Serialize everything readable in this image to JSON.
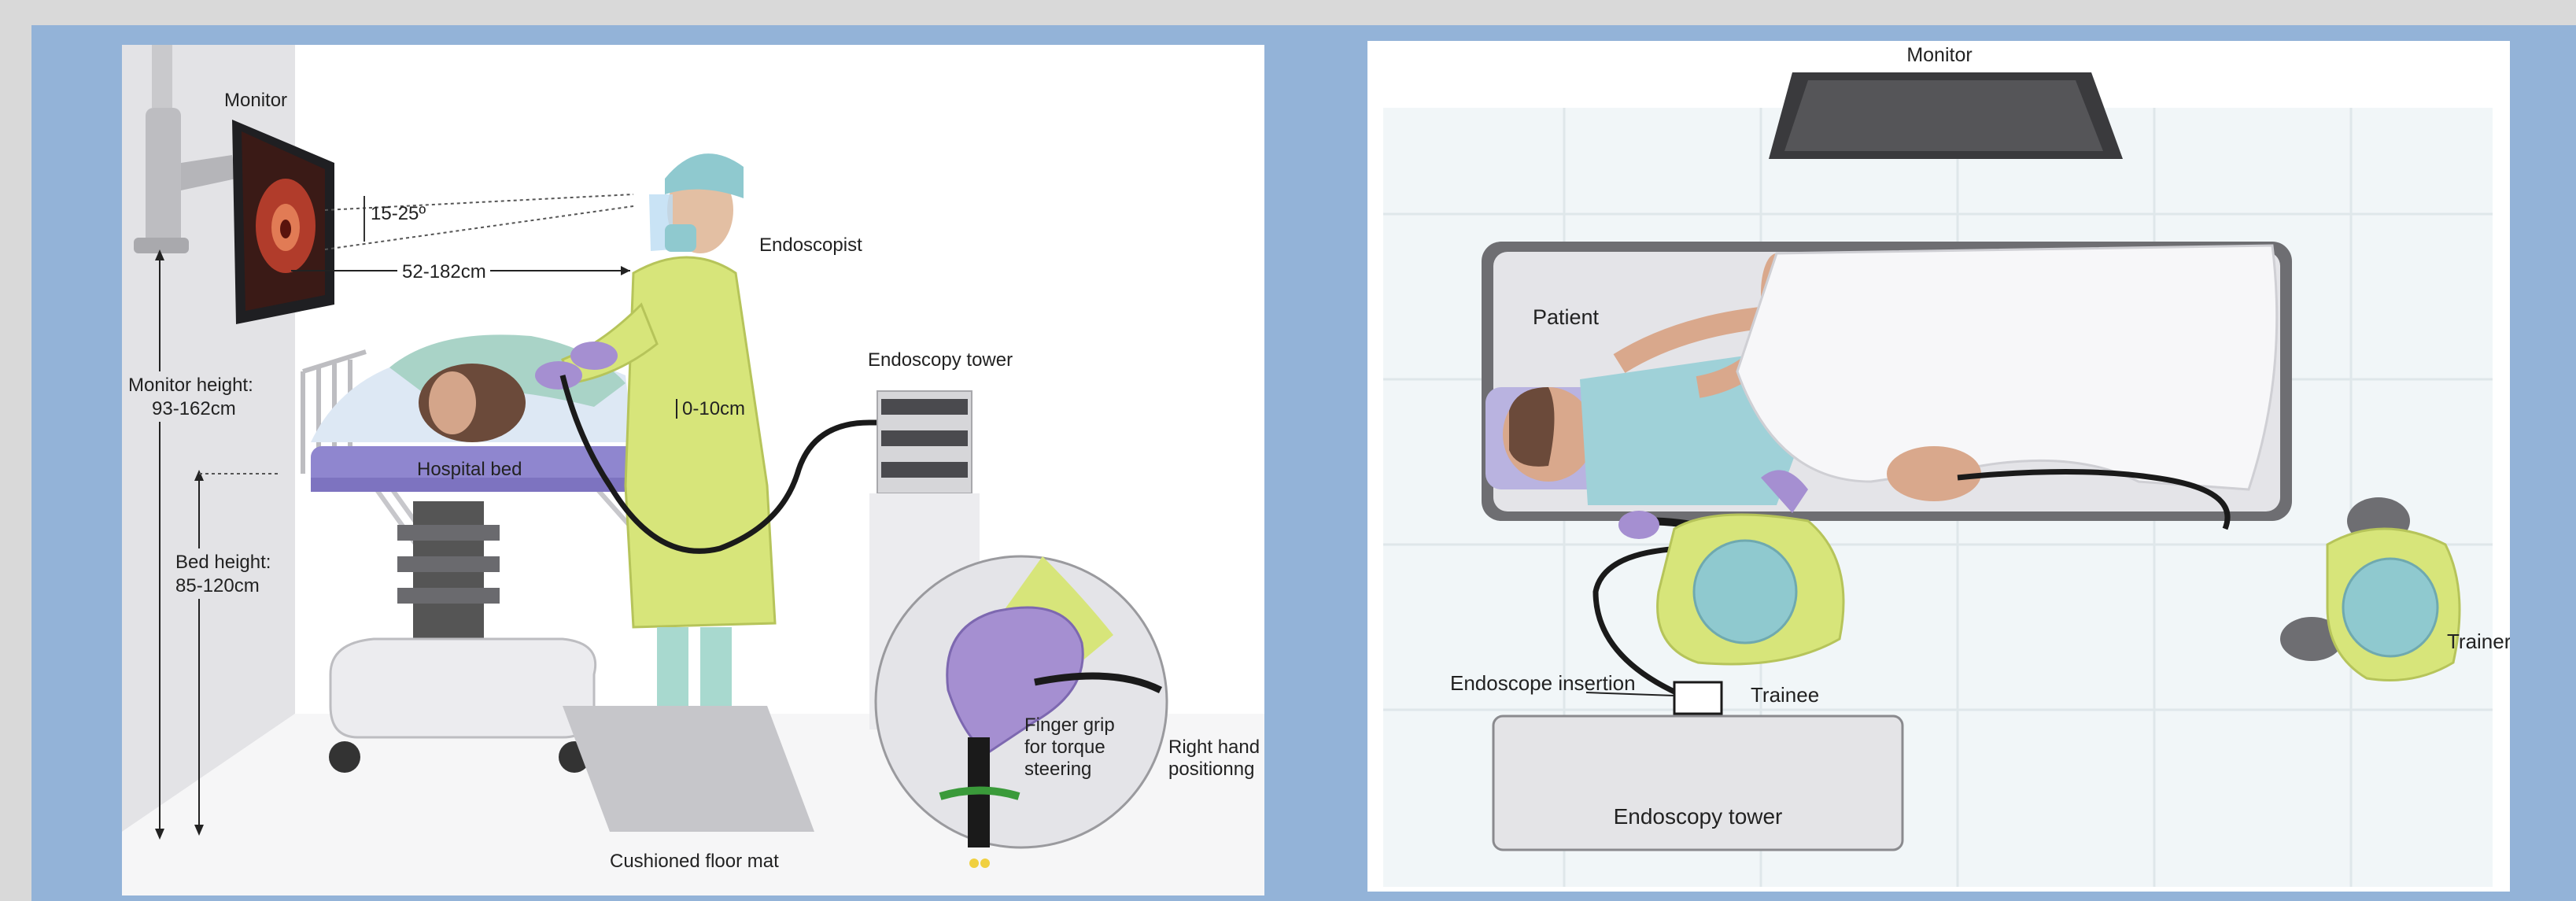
{
  "left_panel": {
    "labels": {
      "monitor": "Monitor",
      "angle": "15-25º",
      "distance": "52-182cm",
      "endoscopist": "Endoscopist",
      "endoscopy_tower": "Endoscopy tower",
      "elbow_gap": "0-10cm",
      "monitor_height_line1": "Monitor height:",
      "monitor_height_line2": "93-162cm",
      "hospital_bed": "Hospital bed",
      "bed_height_line1": "Bed height:",
      "bed_height_line2": "85-120cm",
      "finger_grip_line1": "Finger grip",
      "finger_grip_line2": "for torque",
      "finger_grip_line3": "steering",
      "right_hand_line1": "Right hand",
      "right_hand_line2": "positionng",
      "floor_mat": "Cushioned floor mat"
    }
  },
  "right_panel": {
    "labels": {
      "monitor": "Monitor",
      "patient": "Patient",
      "endoscope_insertion": "Endoscope insertion",
      "trainee": "Trainee",
      "trainer": "Trainer",
      "endoscopy_tower": "Endoscopy tower"
    }
  },
  "colors": {
    "frame": "#93b3d8",
    "gown": "#d7e57a",
    "glove": "#a58fd1",
    "bed": "#8f86cf",
    "cap": "#8fc9cf"
  }
}
